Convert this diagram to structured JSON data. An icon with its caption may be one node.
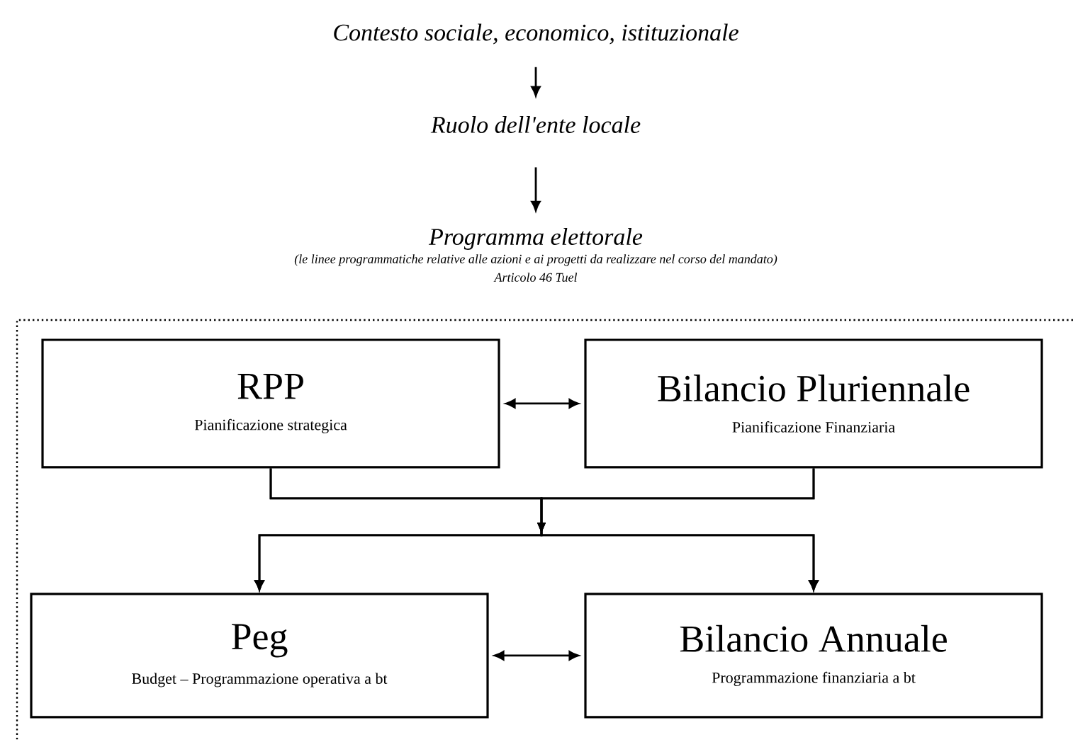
{
  "diagram": {
    "nodes": [
      {
        "text": [
          "Contesto sociale, economico, istituzionale"
        ]
      },
      {
        "text": [
          "Ruolo dell'ente locale"
        ]
      },
      {
        "text": [
          "Programma elettorale",
          "(le linee programmatiche relative alle azioni e ai progetti da realizzare nel corso del mandato)",
          "Articolo 46 Tuel"
        ]
      },
      {
        "text": [
          "RPP",
          "Pianificazione strategica"
        ]
      },
      {
        "text": [
          "Bilancio Pluriennale",
          "Pianificazione Finanziaria"
        ]
      },
      {
        "text": [
          "Peg",
          "Budget – Programmazione operativa a bt"
        ]
      },
      {
        "text": [
          "Bilancio Annuale",
          "Programmazione finanziaria a bt"
        ]
      }
    ],
    "edges": [
      {
        "from": 0,
        "to": 1,
        "arrow": "to"
      },
      {
        "from": 1,
        "to": 2,
        "arrow": "to"
      },
      {
        "from": 3,
        "to": 4,
        "arrow": "both"
      },
      {
        "from": 3,
        "to": 5,
        "arrow": "to"
      },
      {
        "from": 3,
        "to": 6,
        "arrow": "to"
      },
      {
        "from": 4,
        "to": 5,
        "arrow": "to"
      },
      {
        "from": 4,
        "to": 6,
        "arrow": "to"
      },
      {
        "from": 5,
        "to": 6,
        "arrow": "both"
      }
    ]
  }
}
